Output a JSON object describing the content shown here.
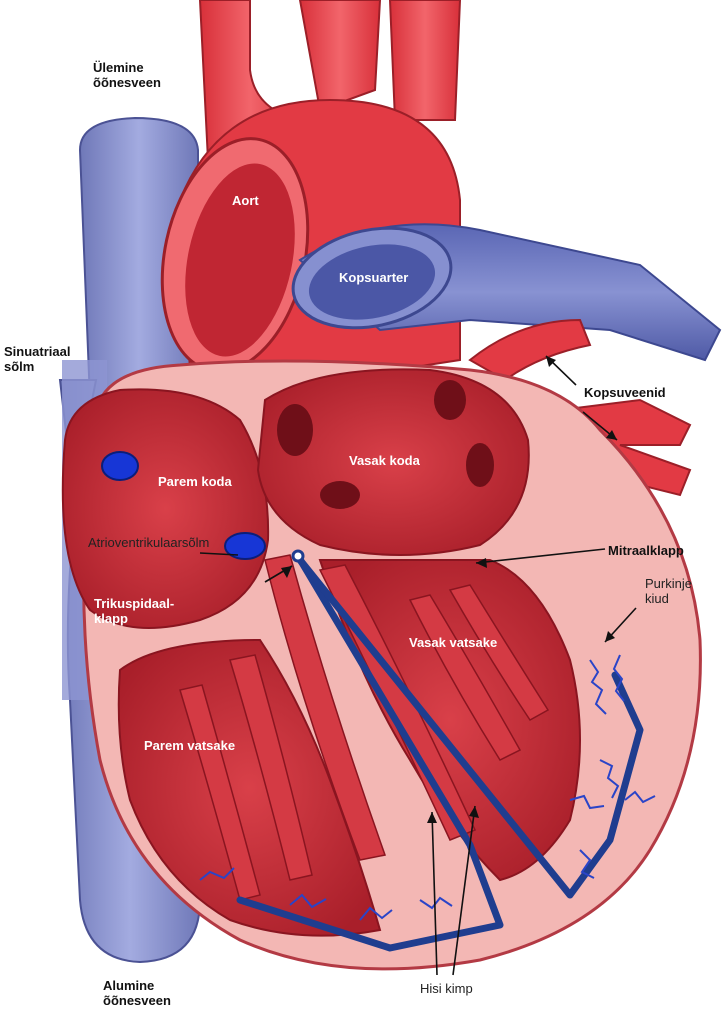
{
  "labels": {
    "superior_vena_cava": [
      "Ülemine",
      "õõnesveen"
    ],
    "aorta": "Aort",
    "pulmonary_artery": "Kopsuarter",
    "sa_node": [
      "Sinuatriaal",
      "sõlm"
    ],
    "pulmonary_veins": "Kopsuveenid",
    "right_atrium": "Parem koda",
    "left_atrium": "Vasak koda",
    "av_node": "Atrioventrikulaarsõlm",
    "mitral_valve": "Mitraalklapp",
    "tricuspid_valve": [
      "Trikuspidaal-",
      "klapp"
    ],
    "purkinje_fibers": [
      "Purkinje",
      "kiud"
    ],
    "left_ventricle": "Vasak vatsake",
    "right_ventricle": "Parem vatsake",
    "inferior_vena_cava": [
      "Alumine",
      "õõnesveen"
    ],
    "bundle_of_his": "Hisi kimp"
  },
  "colors": {
    "vein_blue": "#7d86c4",
    "artery_red": "#e23a44",
    "muscle_red": "#c8323c",
    "wall_pink": "#f3b7b4",
    "conduction_blue": "#1f3d8f",
    "node_blue": "#1736d6"
  }
}
